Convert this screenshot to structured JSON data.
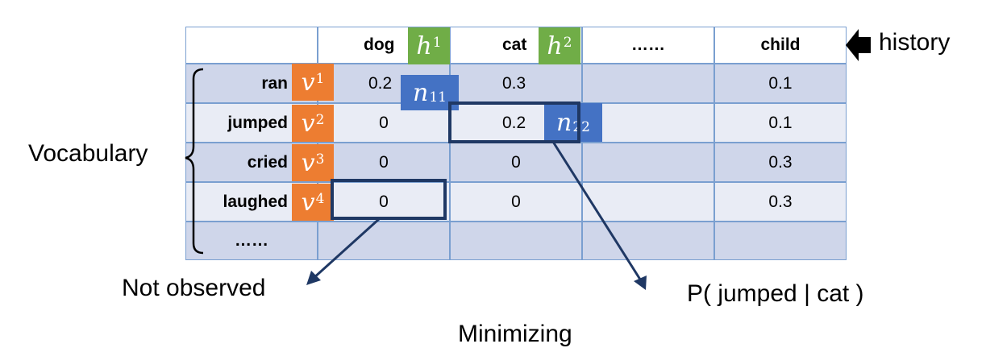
{
  "header": {
    "columns": [
      "",
      "dog",
      "cat",
      "……",
      "child"
    ],
    "col_vars": [
      {
        "base": "h",
        "sup": "1"
      },
      {
        "base": "h",
        "sup": "2"
      }
    ]
  },
  "rows": [
    {
      "label": "ran",
      "var_sup": "1",
      "cells": [
        "0.2",
        "0.3",
        "",
        "0.1"
      ]
    },
    {
      "label": "jumped",
      "var_sup": "2",
      "cells": [
        "0",
        "0.2",
        "",
        "0.1"
      ]
    },
    {
      "label": "cried",
      "var_sup": "3",
      "cells": [
        "0",
        "0",
        "",
        "0.3"
      ]
    },
    {
      "label": "laughed",
      "var_sup": "4",
      "cells": [
        "0",
        "0",
        "",
        "0.3"
      ]
    },
    {
      "label": "……",
      "var_sup": "",
      "cells": [
        "",
        "",
        "",
        ""
      ]
    }
  ],
  "row_var_base": "v",
  "count_tags": [
    {
      "base": "n",
      "sub": "11"
    },
    {
      "base": "n",
      "sub": "22"
    }
  ],
  "labels": {
    "history": "history",
    "vocabulary": "Vocabulary",
    "not_observed": "Not observed",
    "probability": "P( jumped | cat )",
    "minimizing": "Minimizing"
  },
  "colors": {
    "header_bg": "#ffffff",
    "row_dark": "#cfd6ea",
    "row_light": "#e9ecf5",
    "grid_line": "#7a9fd0",
    "green": "#70ad47",
    "orange": "#ed7d31",
    "blue": "#4472c4",
    "navy": "#1f3864"
  }
}
